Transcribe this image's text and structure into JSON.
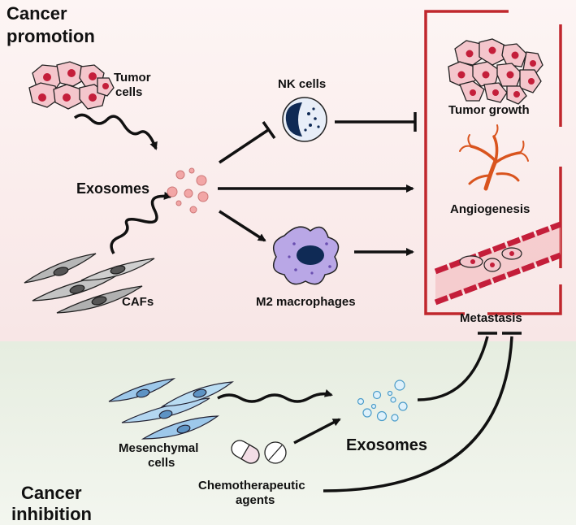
{
  "sections": {
    "promotion_title": [
      "Cancer",
      "promotion"
    ],
    "inhibition_title": [
      "Cancer",
      "inhibition"
    ]
  },
  "labels": {
    "tumor_cells": [
      "Tumor",
      "cells"
    ],
    "cafs": "CAFs",
    "exosomes_top": "Exosomes",
    "nk_cells": "NK cells",
    "m2_macrophages": "M2 macrophages",
    "tumor_growth": "Tumor growth",
    "angiogenesis": "Angiogenesis",
    "metastasis": "Metastasis",
    "mesenchymal_cells": [
      "Mesenchymal",
      "cells"
    ],
    "exosomes_bottom": "Exosomes",
    "chemo_agents": [
      "Chemotherapeutic",
      "agents"
    ]
  },
  "colors": {
    "promotion_bg": "#fbeeee",
    "inhibition_bg": "#eef2e8",
    "outcome_bracket": "#c0272d",
    "tumor_cell": "#f4c6cc",
    "tumor_nucleus": "#c41e3a",
    "exosome_pink": "#f2a6a6",
    "exosome_blue": "#9fd3ec",
    "nk_nucleus": "#0f2a55",
    "macrophage": "#b9a7e6",
    "vessel_tree": "#d9541e",
    "mesenchymal": "#9dc8ea",
    "caf": "#b7b7b7"
  }
}
